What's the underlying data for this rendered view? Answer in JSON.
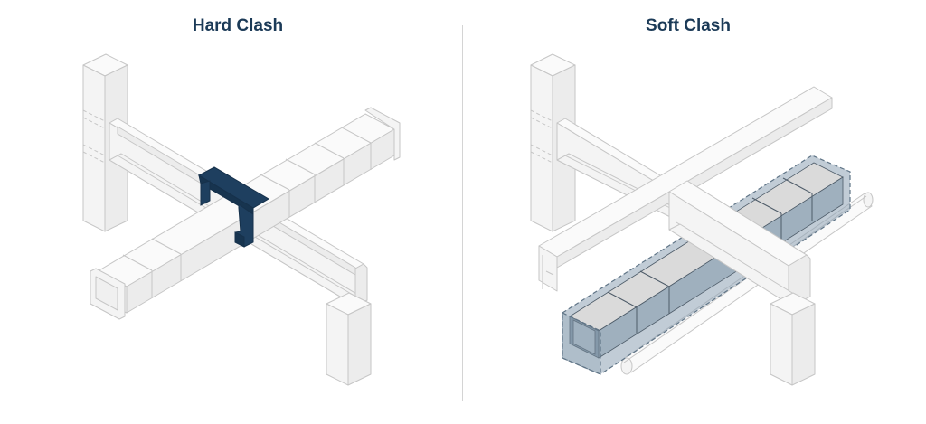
{
  "panels": [
    {
      "title": "Hard Clash",
      "description": "Structural beam and duct physically intersect; intersecting region highlighted in solid navy",
      "elements": [
        "column-top-left",
        "steel-beam",
        "square-duct",
        "column-bottom-right",
        "clash-region"
      ]
    },
    {
      "title": "Soft Clash",
      "description": "Duct passes beneath beam within clearance zone; clearance envelope shown as translucent dashed box",
      "elements": [
        "column-top-left",
        "steel-beam-a",
        "steel-beam-b",
        "square-duct",
        "pipe",
        "column-bottom-right",
        "clearance-envelope"
      ]
    }
  ],
  "colors": {
    "title": "#1b3a57",
    "hard_clash_fill": "#1e3f5f",
    "soft_clash_fill": "#8ea3b4",
    "element_fill": "#f4f4f4",
    "element_stroke": "#c8c8c8",
    "divider": "#d4d4d4"
  }
}
